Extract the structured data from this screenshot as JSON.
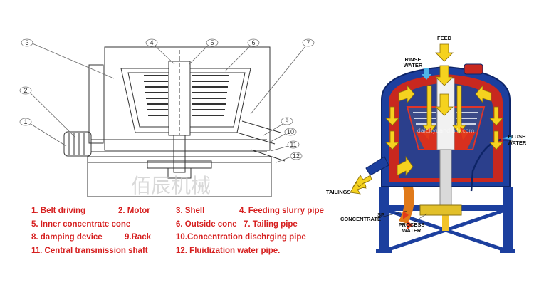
{
  "left_diagram": {
    "callout_numbers": [
      "1",
      "2",
      "3",
      "4",
      "5",
      "6",
      "7",
      "9",
      "10",
      "11",
      "12"
    ],
    "watermark_text": "佰辰机械"
  },
  "legend": [
    [
      "1. Belt driving",
      "2. Motor",
      "3. Shell",
      "4. Feeding slurry pipe"
    ],
    [
      "5. Inner concentrate cone",
      "",
      "6. Outside cone",
      "7. Tailing pipe"
    ],
    [
      "8. damping device",
      "9.Rack",
      "10.Concentration dischrging pipe",
      ""
    ],
    [
      "11. Central transmission shaft",
      "",
      "12. Fluidization water pipe.",
      ""
    ]
  ],
  "right_diagram": {
    "feed": "FEED",
    "rinse_water_1": "RINSE",
    "rinse_water_2": "WATER",
    "flush_water_1": "FLUSH",
    "flush_water_2": "WATER",
    "tailings": "TAILINGS",
    "concentrate": "CONCENTRATE",
    "concentrate_sup": "SP",
    "process_water_1": "PROCESS",
    "process_water_2": "WATER",
    "watermark": "daichyuandlaib.com"
  },
  "colors": {
    "legend_red": "#d61f1f",
    "machine_blue": "#1c3f9e",
    "arrow_yellow": "#f5d21f",
    "inner_red": "#c8281f"
  }
}
